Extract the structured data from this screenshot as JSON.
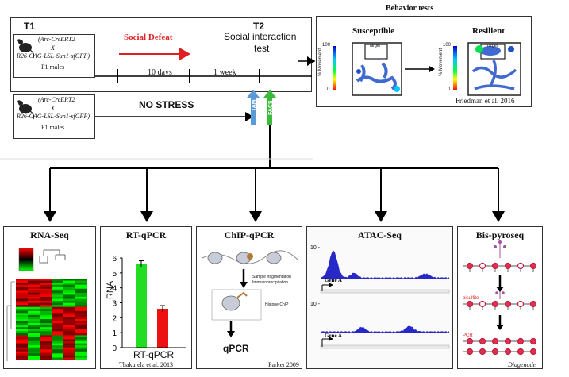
{
  "timeline": {
    "t1": "T1",
    "t2": "T2",
    "social_defeat": "Social Defeat",
    "social_interaction": "Social interaction",
    "test": "test",
    "ten_days": "10 days",
    "one_week": "1 week",
    "no_stress": "NO STRESS",
    "tam": "TAM",
    "facs": "FACS"
  },
  "mouse_box": {
    "line1": "(Arc-CreERT2",
    "line2": "X",
    "line3": "R26-CAG-LSL-Sun1-sfGFP)",
    "line4": "F1 males"
  },
  "behavior": {
    "title": "Behavior tests",
    "susceptible": "Susceptible",
    "resilient": "Resilient",
    "target": "Target",
    "ylabel": "% Movement",
    "tick_top": "100",
    "tick_bottom": "0",
    "cite": "Friedman et al. 2016"
  },
  "panels": {
    "rnaseq": {
      "title": "RNA-Seq"
    },
    "rtqpcr": {
      "title": "RT-qPCR",
      "ylabel": "RNA",
      "xlabel": "RT-qPCR",
      "cite": "Thakurela et al. 2013",
      "ticks": [
        "6",
        "5",
        "4",
        "3",
        "2",
        "1",
        "0"
      ]
    },
    "chip": {
      "title": "ChIP-qPCR",
      "step1": "Sample fragmentation",
      "step1b": "Immunoprecipitation",
      "step2": "Histone ChIP",
      "result": "qPCR",
      "cite": "Parker 2009"
    },
    "atac": {
      "title": "ATAC-Seq",
      "tick10a": "10 -",
      "tick10b": "10 -",
      "gene_a1": "Gene A",
      "gene_a2": "Gene A"
    },
    "bis": {
      "title": "Bis-pyroseq",
      "bisulfite": "bisulfite",
      "pcr": "PCR",
      "cite": "Diagenode"
    }
  },
  "colors": {
    "red_arrow": "#e02020",
    "tam_arrow": "#5b9bd5",
    "facs_arrow": "#3cba3c",
    "green_bar": "#22dd22",
    "red_bar": "#ee1111",
    "atac_signal": "#2828c8"
  },
  "chart_data": {
    "type": "bar",
    "categories": [
      "",
      ""
    ],
    "values": [
      5.6,
      2.6
    ],
    "ylabel": "RNA",
    "xlabel": "RT-qPCR",
    "ylim": [
      0,
      6
    ]
  }
}
